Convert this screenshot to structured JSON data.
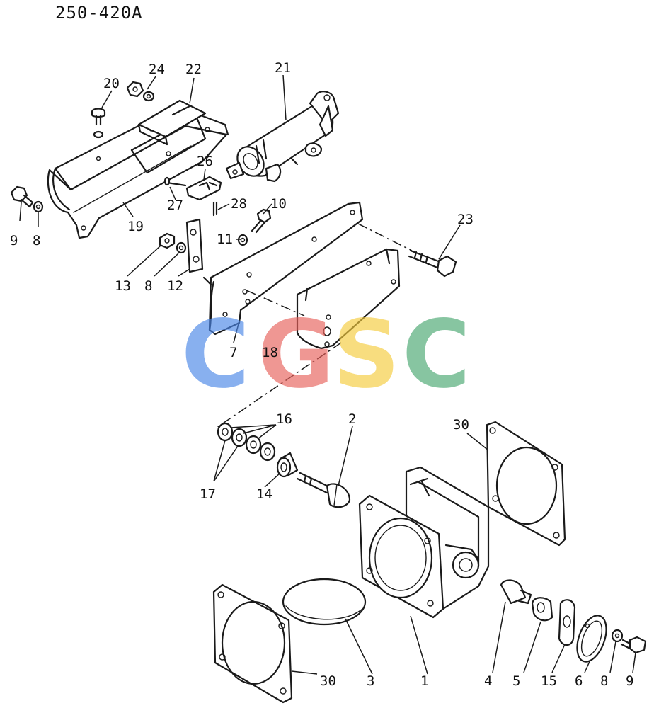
{
  "drawing_code": "250-420A",
  "watermark": {
    "letters": [
      "C",
      "G",
      "S",
      "C"
    ],
    "colors": [
      "#4A86E8",
      "#E8605A",
      "#F5CB3C",
      "#48A770"
    ]
  },
  "callouts": [
    "20",
    "24",
    "22",
    "21",
    "26",
    "27",
    "28",
    "10",
    "9",
    "8",
    "19",
    "11",
    "23",
    "13",
    "8",
    "12",
    "7",
    "18",
    "16",
    "2",
    "30",
    "17",
    "14",
    "4",
    "5",
    "15",
    "6",
    "8",
    "9",
    "30",
    "3",
    "1"
  ]
}
